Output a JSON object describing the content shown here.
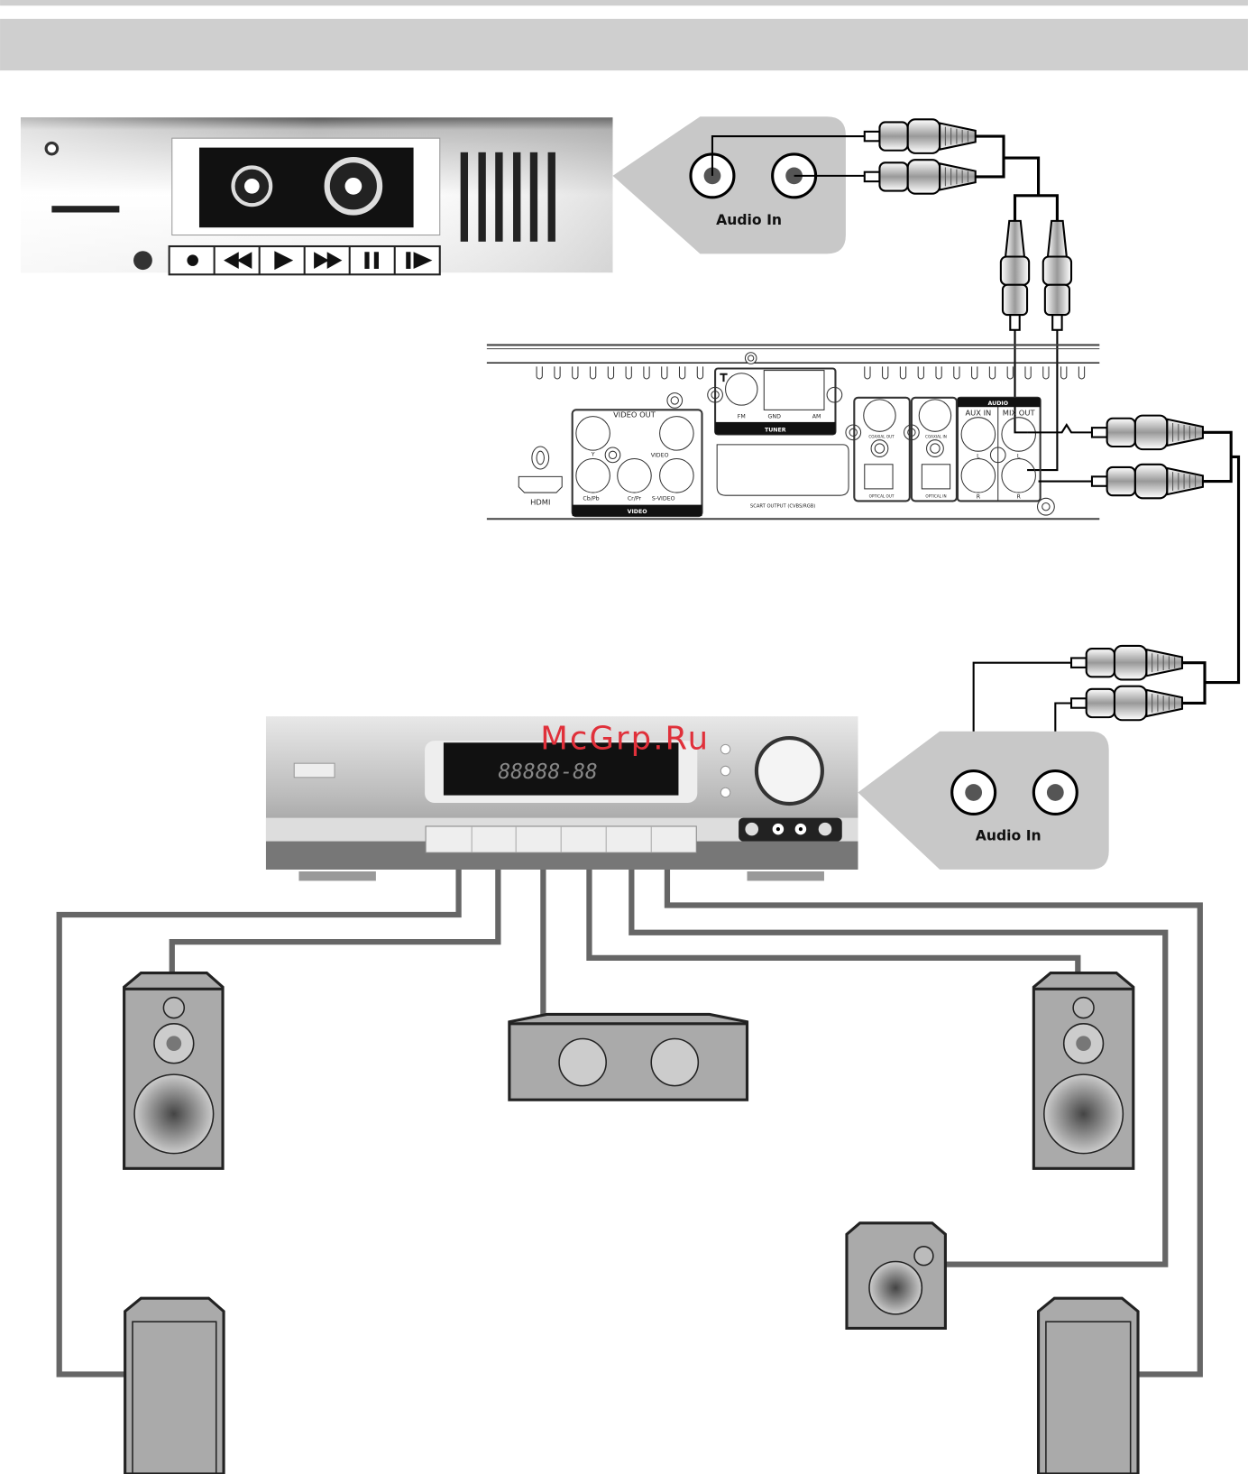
{
  "source_device": {
    "name": "cassette-deck"
  },
  "callout_top": {
    "label": "Audio In"
  },
  "callout_bottom": {
    "label": "Audio In"
  },
  "back_panel": {
    "video_out": "VIDEO OUT",
    "y": "Y",
    "cb": "Cb/Pb",
    "cr": "Cr/Pr",
    "video": "VIDEO",
    "svideo": "S-VIDEO",
    "video_section": "VIDEO",
    "hdmi": "HDMI",
    "fm": "FM",
    "gnd": "GND",
    "am": "AM",
    "tuner": "TUNER",
    "scart": "SCART OUTPUT (CVBS/RGB)",
    "coaxial_out": "COAXIAL OUT",
    "optical_out": "OPTICAL OUT",
    "coaxial_in": "COAXIAL IN",
    "optical_in": "OPTICAL IN",
    "audio": "AUDIO",
    "aux_in": "AUX IN",
    "mix_out": "MIX OUT",
    "l": "L",
    "r": "R"
  },
  "receiver": {
    "display": "88888-88"
  },
  "watermark": "McGrp.Ru",
  "colors": {
    "callout": "#c8c8c8",
    "wire": "#666666",
    "speaker": "#aaaaaa"
  }
}
